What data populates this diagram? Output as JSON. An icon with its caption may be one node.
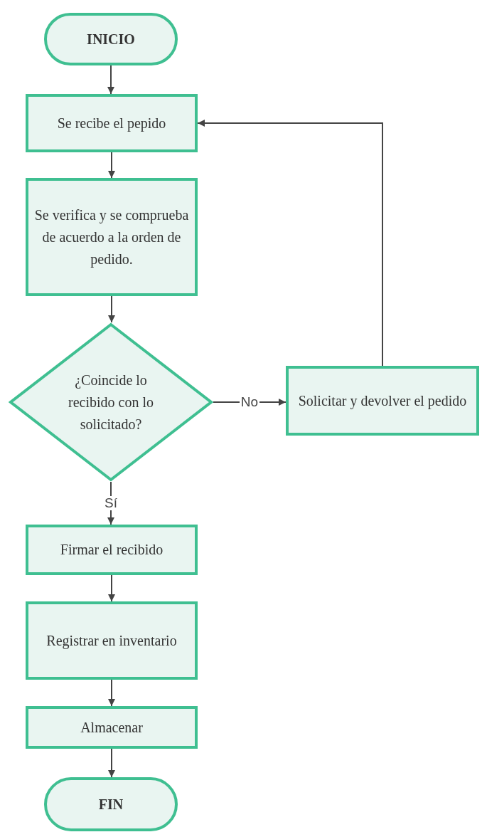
{
  "diagram": {
    "nodes": [
      {
        "text": [
          "INICIO"
        ]
      },
      {
        "text": [
          "Se recibe el pepido"
        ]
      },
      {
        "text": [
          "Se verifica y se comprueba de acuerdo a la orden de pedido."
        ]
      },
      {
        "text": [
          "¿Coincide lo recibido con lo solicitado?"
        ]
      },
      {
        "text": [
          "Solicitar y devolver el pedido"
        ]
      },
      {
        "text": [
          "Firmar el recibido"
        ]
      },
      {
        "text": [
          "Registrar en inventario"
        ]
      },
      {
        "text": [
          "Almacenar"
        ]
      },
      {
        "text": [
          "FIN"
        ]
      }
    ],
    "edges": [
      {
        "from": 0,
        "to": 1,
        "arrow": "to"
      },
      {
        "from": 1,
        "to": 2,
        "arrow": "to"
      },
      {
        "from": 2,
        "to": 3,
        "arrow": "to"
      },
      {
        "from": 3,
        "to": 4,
        "arrow": "to",
        "label": "No"
      },
      {
        "from": 4,
        "to": 1,
        "arrow": "to"
      },
      {
        "from": 3,
        "to": 5,
        "arrow": "to",
        "label": "Sí"
      },
      {
        "from": 5,
        "to": 6,
        "arrow": "to"
      },
      {
        "from": 6,
        "to": 7,
        "arrow": "to"
      },
      {
        "from": 7,
        "to": 8,
        "arrow": "to"
      }
    ]
  }
}
